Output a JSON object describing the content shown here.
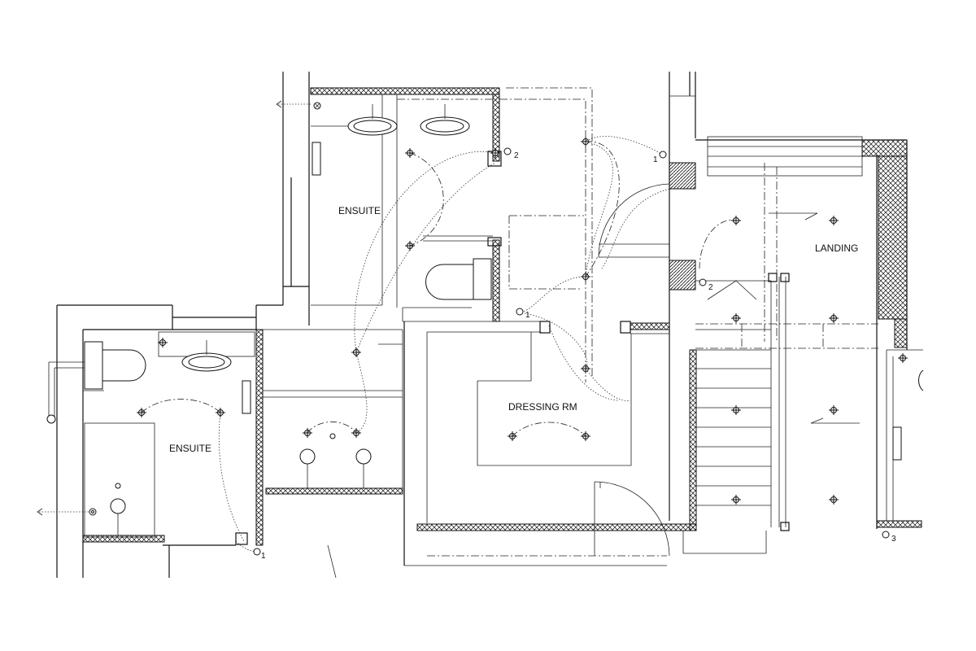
{
  "rooms": {
    "ensuite_upper": "ENSUITE",
    "ensuite_lower": "ENSUITE",
    "dressing": "DRESSING RM",
    "landing": "LANDING"
  },
  "switch_tags": {
    "s1": "2",
    "s2": "1",
    "s3": "2",
    "s4": "1",
    "s5": "1",
    "s6": "3"
  },
  "icons": [
    "light-point-icon",
    "switch-icon",
    "washbasin-icon",
    "wc-icon",
    "shower-icon",
    "towel-rail-icon"
  ]
}
